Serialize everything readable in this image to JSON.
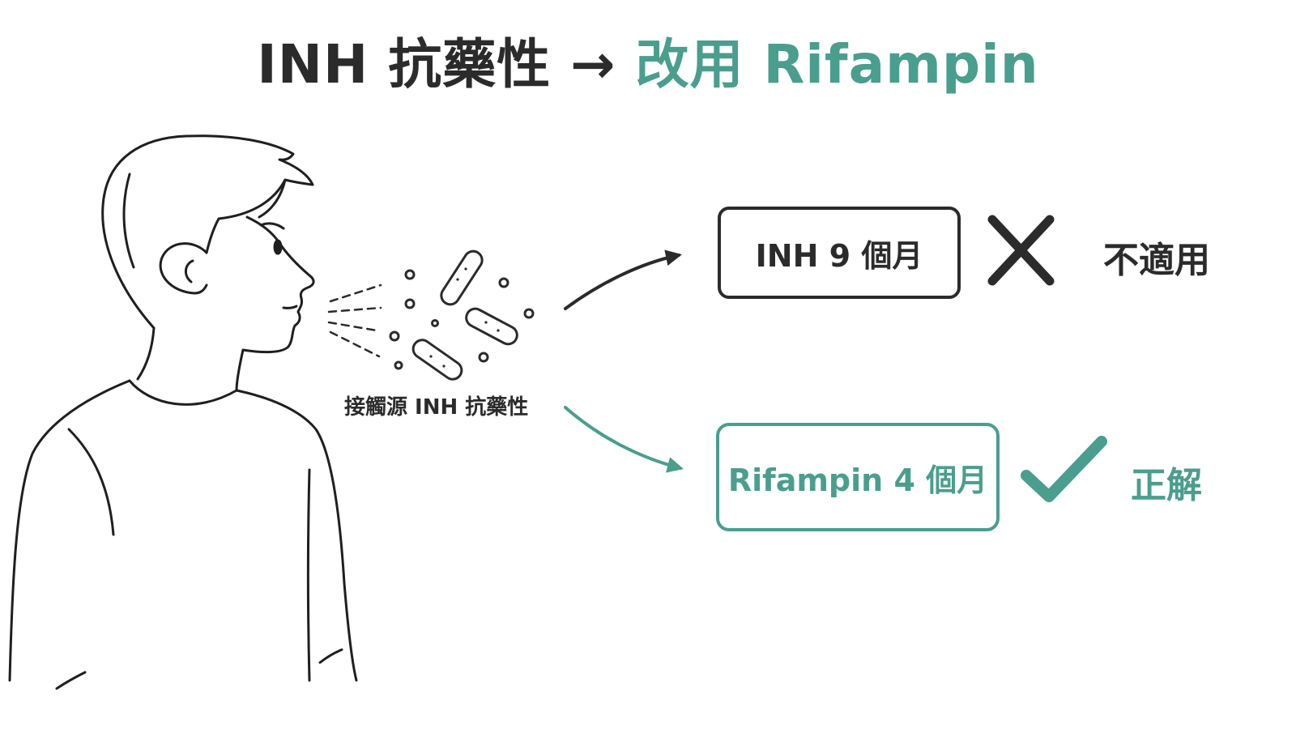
{
  "title": {
    "part1": "INH 抗藥性 →",
    "part2": "改用 Rifampin"
  },
  "source_label": "接觸源 INH 抗藥性",
  "options": [
    {
      "label": "INH 9 個月",
      "verdict": "不適用",
      "mark_icon": "cross-icon",
      "color": "#2b2b2b"
    },
    {
      "label": "Rifampin 4 個月",
      "verdict": "正解",
      "mark_icon": "check-icon",
      "color": "#4a9e8e"
    }
  ],
  "colors": {
    "dark": "#2b2b2b",
    "accent": "#4a9e8e",
    "background": "#ffffff"
  }
}
